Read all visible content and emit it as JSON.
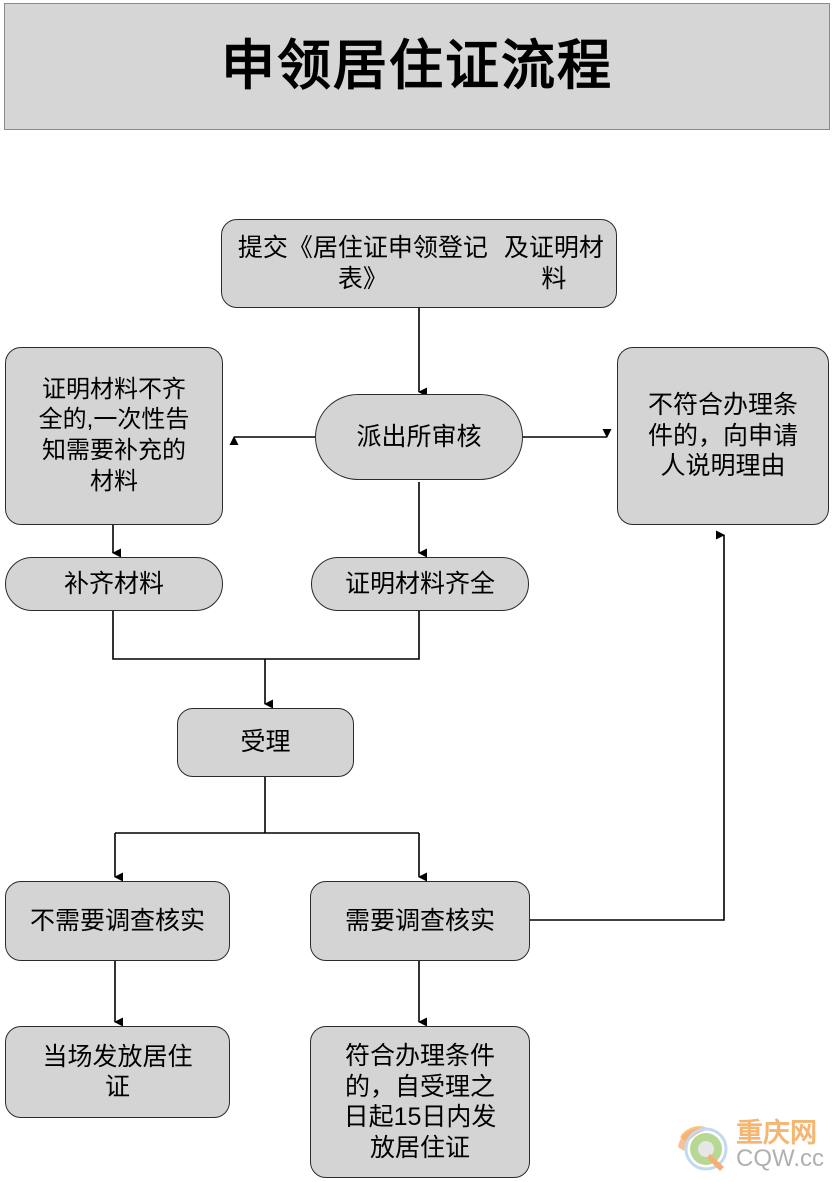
{
  "page": {
    "title": "申领居住证流程",
    "background_color": "#ffffff"
  },
  "theme": {
    "node_fill": "#d4d4d4",
    "node_border": "#2b2b2b",
    "banner_fill": "#d6d6d6",
    "banner_border": "#8a8a8a",
    "text_color": "#000000",
    "connector_color": "#000000"
  },
  "banner": {
    "text": "申领居住证流程"
  },
  "flowchart": {
    "type": "flowchart",
    "orientation": "top-to-bottom",
    "nodes": [
      {
        "id": "submit",
        "label": "提交《居住证申领登记表》及证明材料",
        "lines": [
          "提交《居住证申领登记表》",
          "及证明材料"
        ],
        "shape": "rounded-rect"
      },
      {
        "id": "incomplete",
        "label": "证明材料不齐全的,一次性告知需要补充的材料",
        "lines": [
          "证明材料不齐",
          "全的,一次性告",
          "知需要补充的",
          "材料"
        ],
        "shape": "rounded-rect"
      },
      {
        "id": "review",
        "label": "派出所审核",
        "lines": [
          "派出所审核"
        ],
        "shape": "pill"
      },
      {
        "id": "not-eligible",
        "label": "不符合办理条件的，向申请人说明理由",
        "lines": [
          "不符合办理条",
          "件的，向申请",
          "人说明理由"
        ],
        "shape": "rounded-rect"
      },
      {
        "id": "supplement",
        "label": "补齐材料",
        "lines": [
          "补齐材料"
        ],
        "shape": "pill"
      },
      {
        "id": "complete",
        "label": "证明材料齐全",
        "lines": [
          "证明材料齐全"
        ],
        "shape": "pill"
      },
      {
        "id": "accept",
        "label": "受理",
        "lines": [
          "受理"
        ],
        "shape": "rounded-rect"
      },
      {
        "id": "no-investigation",
        "label": "不需要调查核实",
        "lines": [
          "不需要调查核实"
        ],
        "shape": "rounded-rect"
      },
      {
        "id": "investigation",
        "label": "需要调查核实",
        "lines": [
          "需要调查核实"
        ],
        "shape": "rounded-rect"
      },
      {
        "id": "issue-onsite",
        "label": "当场发放居住证",
        "lines": [
          "当场发放居住",
          "证"
        ],
        "shape": "rounded-rect"
      },
      {
        "id": "issue-15days",
        "label": "符合办理条件的，自受理之日起15日内发放居住证",
        "lines": [
          "符合办理条件",
          "的，自受理之",
          "日起15日内发",
          "放居住证"
        ],
        "shape": "rounded-rect"
      }
    ],
    "edges": [
      {
        "from": "submit",
        "to": "review",
        "style": "straight-down"
      },
      {
        "from": "review",
        "to": "incomplete",
        "style": "straight-left"
      },
      {
        "from": "review",
        "to": "not-eligible",
        "style": "straight-right"
      },
      {
        "from": "incomplete",
        "to": "supplement",
        "style": "straight-down"
      },
      {
        "from": "review",
        "to": "complete",
        "style": "straight-down"
      },
      {
        "from": "supplement",
        "to": "accept",
        "style": "merge-down"
      },
      {
        "from": "complete",
        "to": "accept",
        "style": "merge-down"
      },
      {
        "from": "accept",
        "to": "no-investigation",
        "style": "split-down"
      },
      {
        "from": "accept",
        "to": "investigation",
        "style": "split-down"
      },
      {
        "from": "no-investigation",
        "to": "issue-onsite",
        "style": "straight-down"
      },
      {
        "from": "investigation",
        "to": "issue-15days",
        "style": "straight-down"
      },
      {
        "from": "investigation",
        "to": "not-eligible",
        "style": "right-then-up"
      }
    ]
  },
  "watermark": {
    "chinese": "重庆网",
    "latin": "CQW.cc",
    "chinese_color": "#f08a1c",
    "latin_color": "#808080"
  }
}
